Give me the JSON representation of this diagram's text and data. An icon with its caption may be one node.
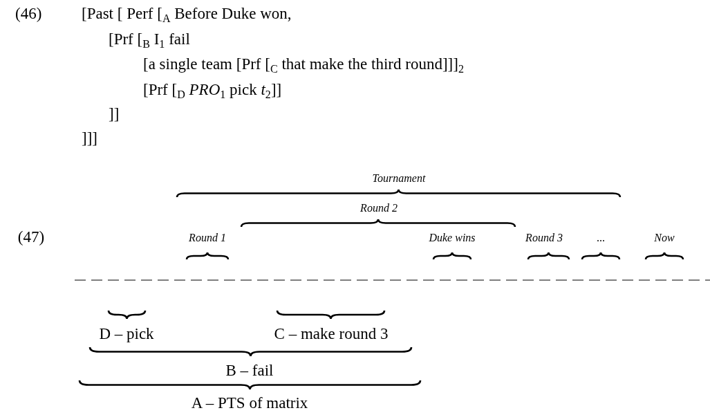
{
  "diagram": {
    "labels": [
      "(46)",
      "[Past [ Perf [$_{A}$ Before Duke won,",
      "[Prf [$_{B}$ I$_{1}$ fail",
      "[a single team [Prf [$_{C}$ that make the third round]]]$_{2}$",
      "[Prf [$_{D}$ *PRO*$_{1}$ pick *t*$_{2}$]]",
      "]]",
      "]]]",
      "Tournament",
      "*Round* 2",
      "*Round* 1",
      "Duke wins",
      "*Round* 3",
      "...",
      "Now",
      "(47)",
      "D – pick",
      "C – make round 3",
      "B – fail",
      "A – PTS of matrix"
    ]
  }
}
